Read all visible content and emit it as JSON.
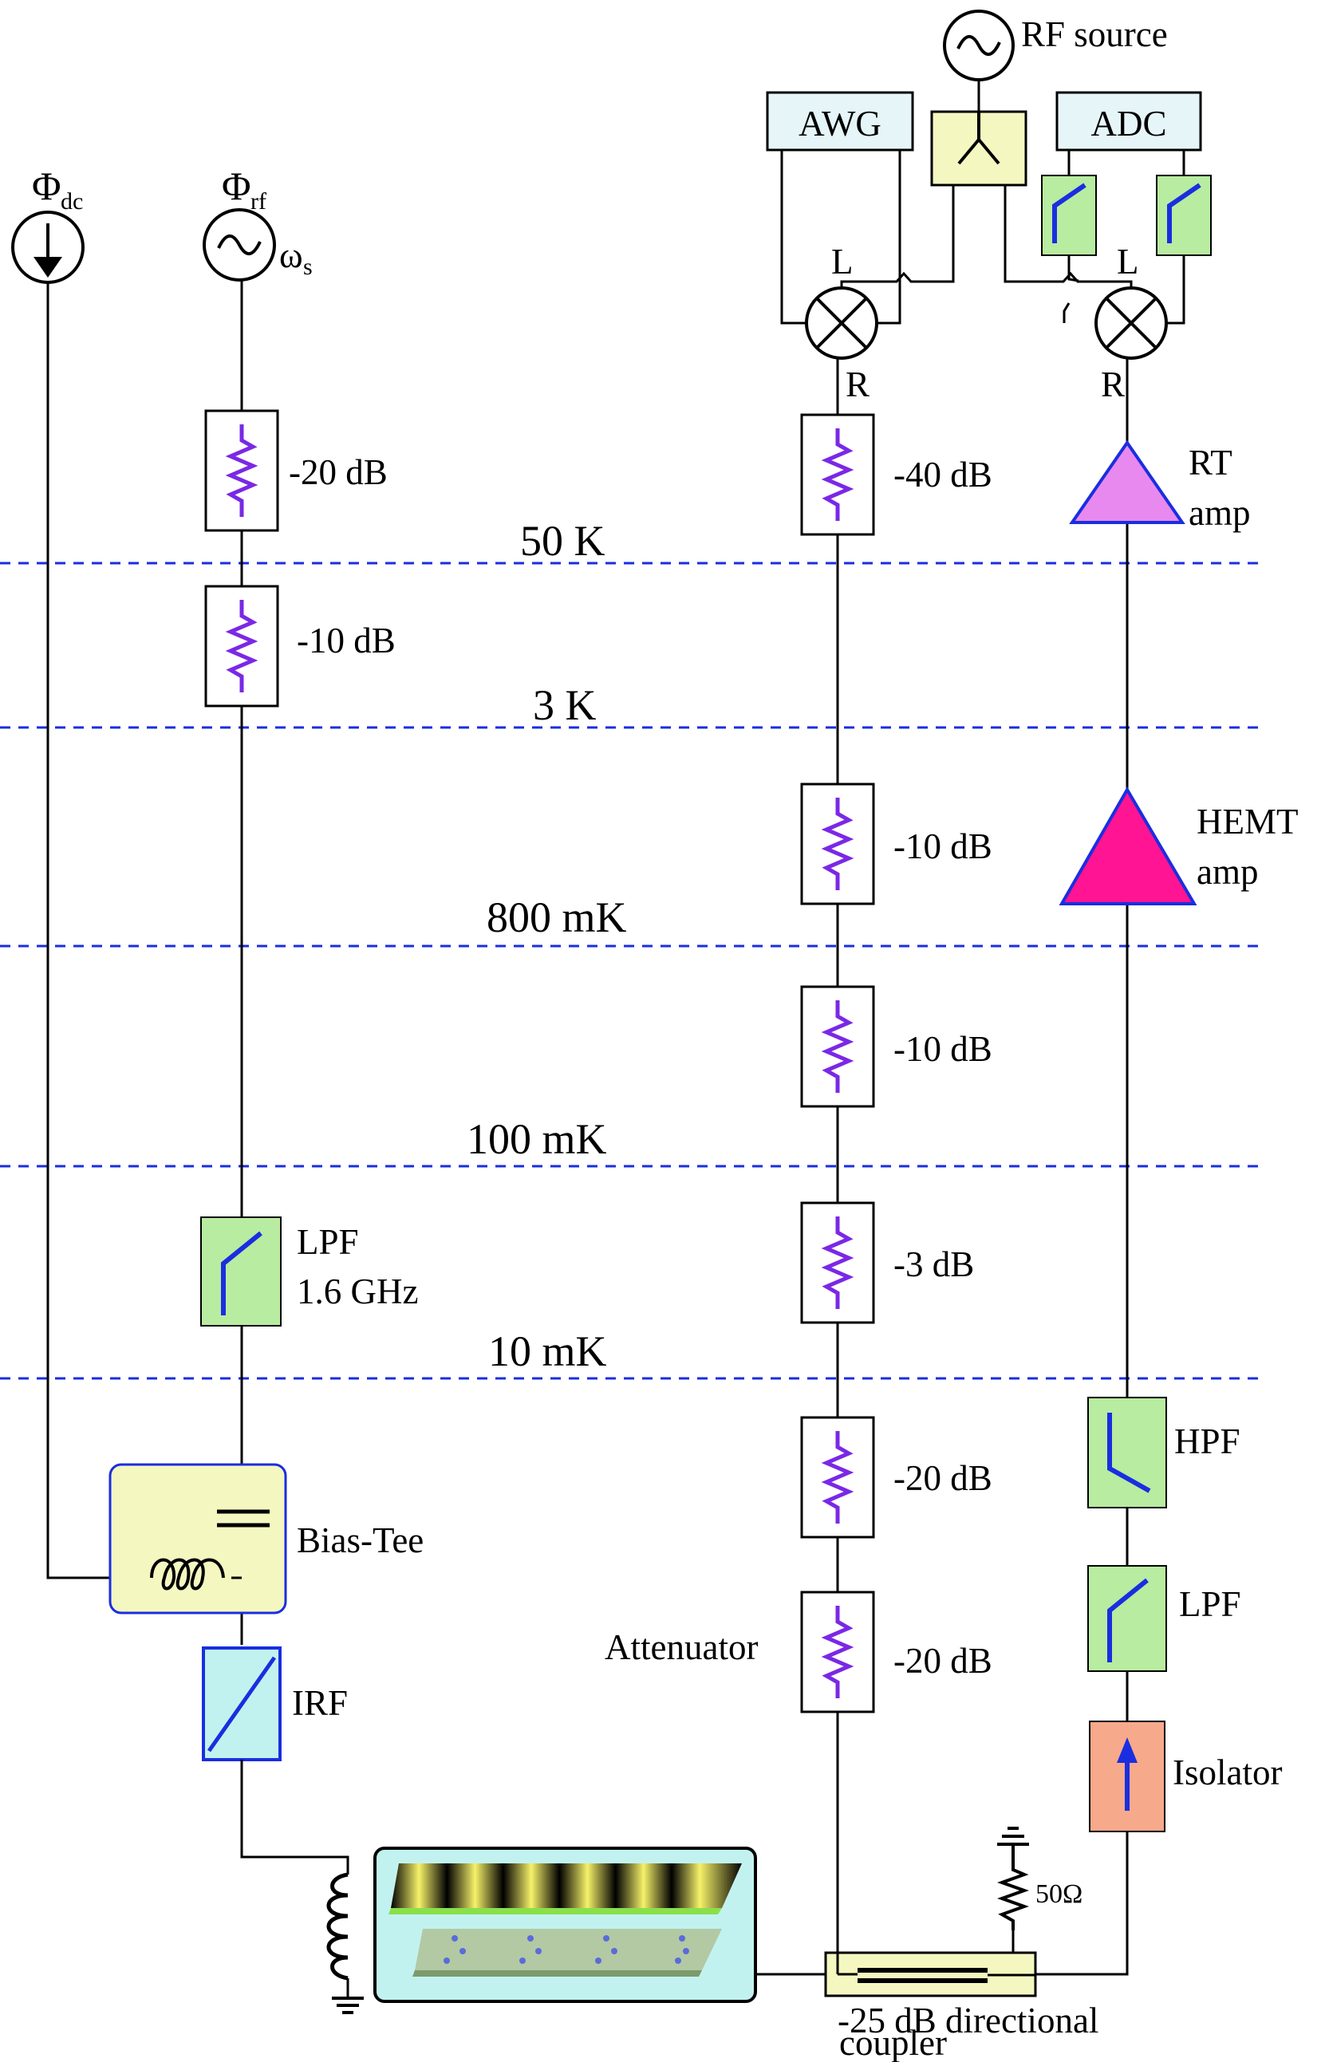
{
  "sources": {
    "phi_dc": "Φdc",
    "phi_dc_main": "Φ",
    "phi_dc_sub": "dc",
    "phi_rf_main": "Φ",
    "phi_rf_sub": "rf",
    "omega_main": "ω",
    "omega_sub": "s",
    "rf_source": "RF source"
  },
  "instruments": {
    "awg": "AWG",
    "adc": "ADC"
  },
  "mixer_ports": {
    "left_L": "L",
    "left_R": "R",
    "right_L": "L",
    "right_R": "R"
  },
  "temperature_stages": [
    "50 K",
    "3 K",
    "800 mK",
    "100 mK",
    "10 mK"
  ],
  "flux_line": {
    "attenuators": [
      "-20 dB",
      "-10 dB"
    ],
    "lpf_line1": "LPF",
    "lpf_line2": "1.6 GHz",
    "bias_tee": "Bias-Tee",
    "irf": "IRF"
  },
  "input_line": {
    "attenuators": [
      "-40 dB",
      "-10 dB",
      "-10 dB",
      "-3 dB",
      "-20 dB",
      "-20 dB"
    ],
    "attenuator_label": "Attenuator"
  },
  "output_line": {
    "rt_amp_line1": "RT",
    "rt_amp_line2": "amp",
    "hemt_line1": "HEMT",
    "hemt_line2": "amp",
    "hpf": "HPF",
    "lpf": "LPF",
    "isolator": "Isolator"
  },
  "coupler": {
    "termination": "50Ω",
    "label_line1": "-25 dB directional",
    "label_line2": "coupler"
  },
  "colors": {
    "dashed_line": "#1a2ee0",
    "resistor": "#7a28e6",
    "filter_fill": "#b8eca0",
    "filter_line": "#1a2ee0",
    "bias_tee_fill": "#f5f7c0",
    "rt_amp_fill": "#e889f0",
    "hemt_fill": "#ff1493",
    "isolator_fill": "#f7a98b",
    "chip_box_fill": "#c2f2f0",
    "coupler_fill": "#f5f7c0"
  }
}
